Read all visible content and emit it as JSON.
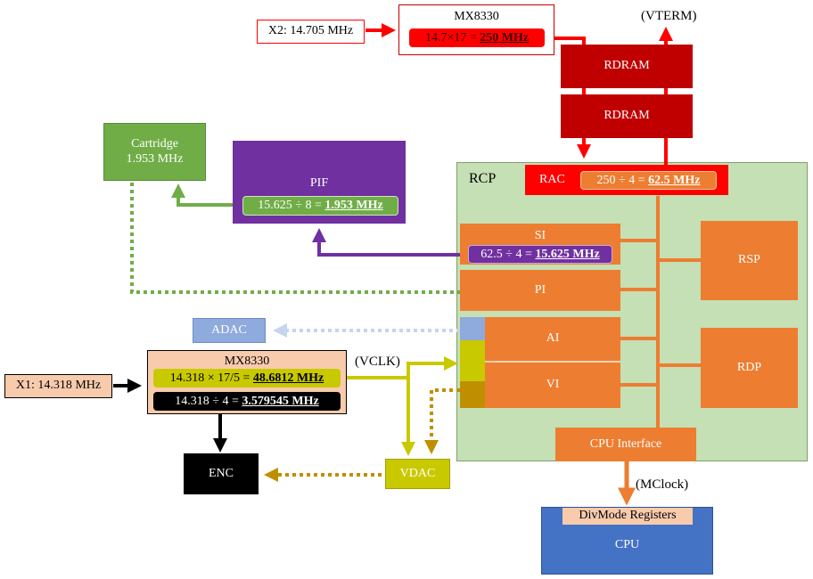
{
  "x2": {
    "label": "X2: 14.705 MHz"
  },
  "mx8330_top": {
    "title": "MX8330",
    "formula": "14.7×17 = ",
    "result": "250 MHz"
  },
  "vterm": "(VTERM)",
  "rdram": [
    "RDRAM",
    "RDRAM"
  ],
  "cartridge": {
    "line1": "Cartridge",
    "line2": "1.953 MHz"
  },
  "pif": {
    "title": "PIF",
    "formula": "15.625 ÷ 8 = ",
    "result": "1.953 MHz"
  },
  "rcp": {
    "title": "RCP"
  },
  "rac": {
    "label": "RAC",
    "formula": "250 ÷ 4 = ",
    "result": "62.5 MHz"
  },
  "si": {
    "label": "SI",
    "formula": "62.5 ÷ 4 = ",
    "result": "15.625 MHz"
  },
  "pi": "PI",
  "ai": "AI",
  "vi": "VI",
  "rsp": "RSP",
  "rdp": "RDP",
  "cpu_interface": "CPU Interface",
  "adac": "ADAC",
  "vclk": "(VCLK)",
  "mx8330_bottom": {
    "title": "MX8330",
    "formula1": "14.318 × 17/5 = ",
    "result1": "48.6812 MHz",
    "formula2": "14.318 ÷ 4 = ",
    "result2": "3.579545 MHz"
  },
  "x1": {
    "label": "X1: 14.318 MHz"
  },
  "enc": "ENC",
  "vdac": "VDAC",
  "mclock": "(MClock)",
  "cpu": {
    "registers": "DivMode Registers",
    "label": "CPU"
  },
  "colors": {
    "red": "#ff0000",
    "rdram": "#c00000",
    "purple": "#7030a0",
    "green": "#70ad47",
    "orange": "#ed7d31",
    "rcp_bg": "#c5e0b4",
    "olive": "#c9c900",
    "darkgold": "#bf8f00",
    "lightblue": "#8faadc",
    "blue": "#4472c4",
    "peach": "#f8cbad"
  }
}
